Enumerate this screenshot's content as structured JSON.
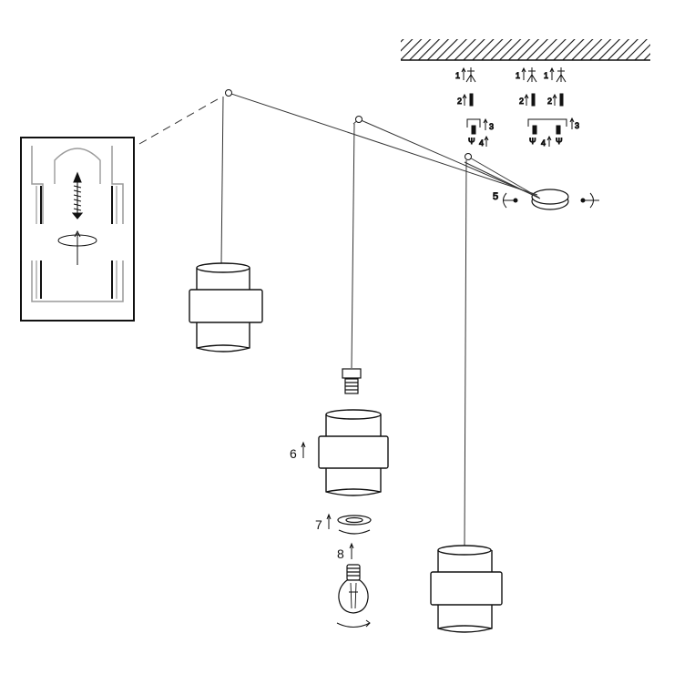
{
  "steps": {
    "s1a": "1",
    "s1b": "1",
    "s1c": "1",
    "s2a": "2",
    "s2b": "2",
    "s2c": "2",
    "s3a": "3",
    "s3b": "3",
    "s4a": "4",
    "s4b": "4",
    "s5": "5",
    "s6": "6",
    "s7": "7",
    "s8": "8"
  },
  "colors": {
    "stroke": "#111111",
    "light": "#9a9a9a",
    "background": "#ffffff"
  },
  "icons": [
    "ceiling-hatch-icon",
    "anchor-bolt-icon",
    "screw-icon",
    "bracket-icon",
    "rotate-arrow-icon",
    "pendant-shade-icon",
    "bulb-icon",
    "socket-icon",
    "ring-icon",
    "canopy-icon",
    "up-arrow-icon"
  ]
}
